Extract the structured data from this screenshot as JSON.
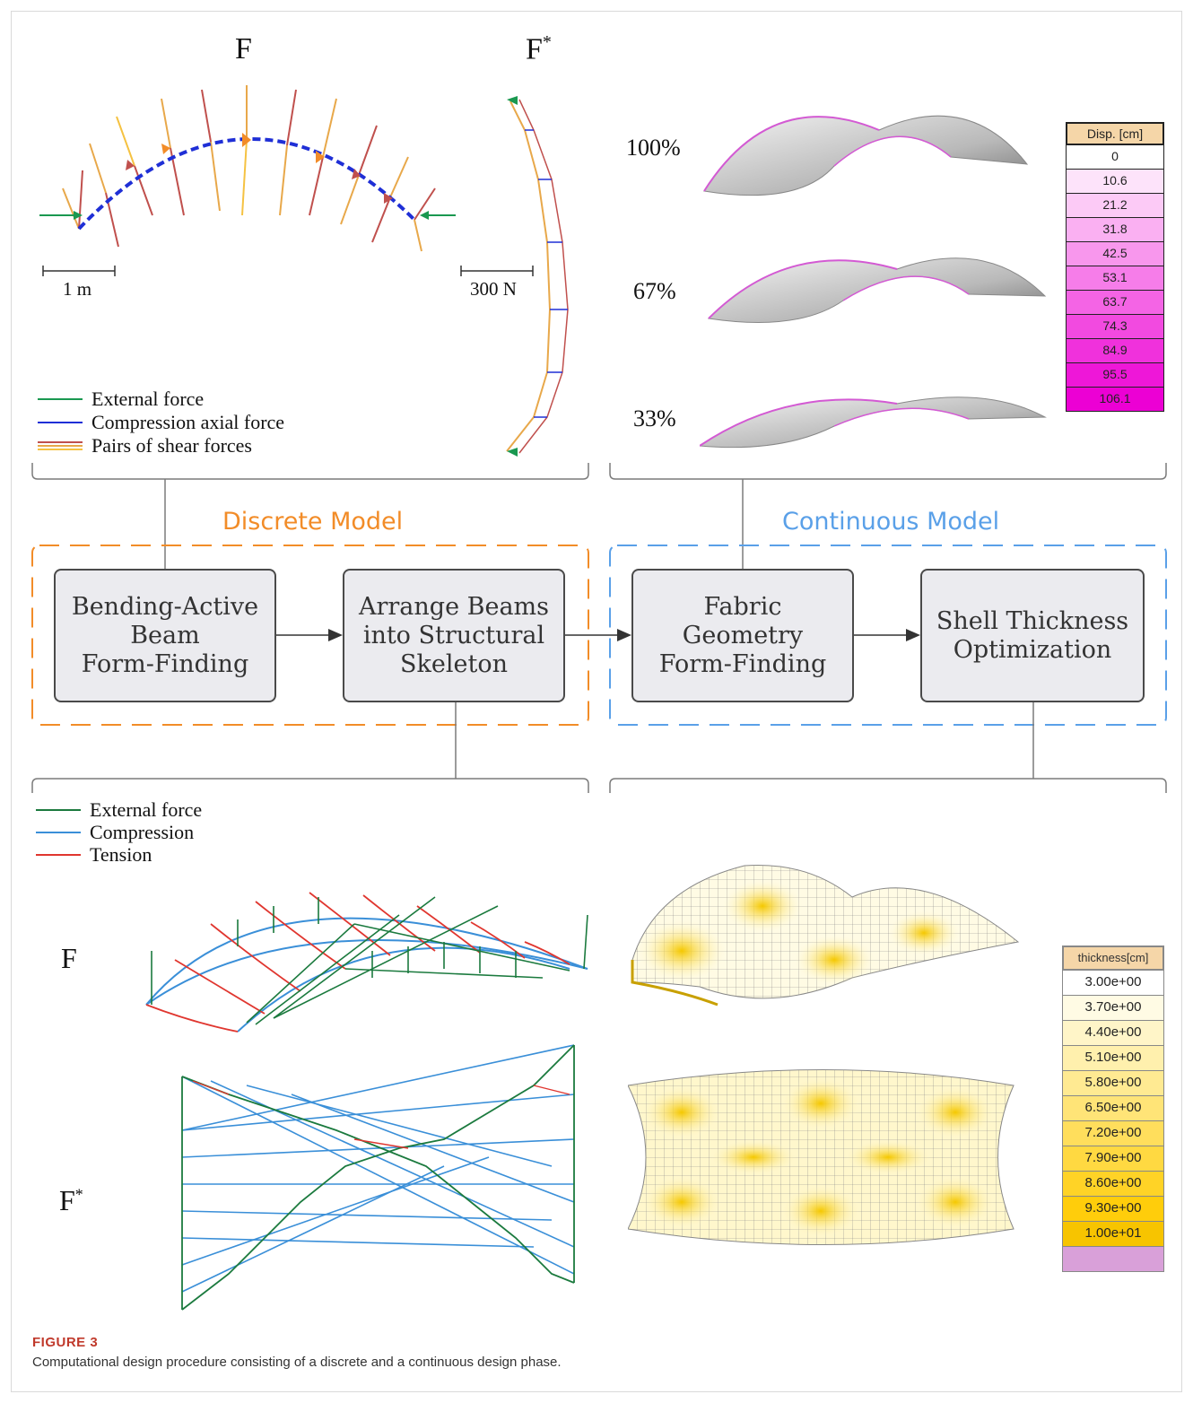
{
  "top_left": {
    "title_f": "F",
    "title_fstar": "F",
    "star": "*",
    "scale_length": "1 m",
    "scale_force": "300 N",
    "legend": [
      {
        "label": "External force",
        "colors": [
          "#1a9850"
        ]
      },
      {
        "label": "Compression axial force",
        "colors": [
          "#1f2fd6"
        ]
      },
      {
        "label": "Pairs of shear forces",
        "colors": [
          "#c0504d",
          "#e8a84a",
          "#f5c242"
        ]
      }
    ]
  },
  "top_right": {
    "percents": [
      "100%",
      "67%",
      "33%"
    ],
    "colorbar": {
      "header": "Disp. [cm]",
      "header_color": "#f5d6a8",
      "values": [
        "0",
        "10.6",
        "21.2",
        "31.8",
        "42.5",
        "53.1",
        "63.7",
        "74.3",
        "84.9",
        "95.5",
        "106.1"
      ],
      "colors": [
        "#ffffff",
        "#fde3fa",
        "#fccaf6",
        "#fab0f2",
        "#f897ed",
        "#f67de9",
        "#f464e5",
        "#f24ae0",
        "#f031dc",
        "#ee17d8",
        "#ec00d4"
      ]
    }
  },
  "flow": {
    "discrete_label": "Discrete Model",
    "continuous_label": "Continuous Model",
    "boxes": [
      {
        "lines": [
          "Bending-Active",
          "Beam",
          "Form-Finding"
        ]
      },
      {
        "lines": [
          "Arrange Beams",
          "into Structural",
          "Skeleton"
        ]
      },
      {
        "lines": [
          "Fabric",
          "Geometry",
          "Form-Finding"
        ]
      },
      {
        "lines": [
          "Shell Thickness",
          "Optimization"
        ]
      }
    ]
  },
  "bottom_left": {
    "legend": [
      {
        "label": "External force",
        "color": "#1b7a3e"
      },
      {
        "label": "Compression",
        "color": "#3a8fd8"
      },
      {
        "label": "Tension",
        "color": "#e0362f"
      }
    ],
    "label_f": "F",
    "label_fstar": "F",
    "star": "*"
  },
  "bottom_right": {
    "colorbar": {
      "header": "thickness[cm]",
      "header_color": "#f5d6a8",
      "values": [
        "3.00e+00",
        "3.70e+00",
        "4.40e+00",
        "5.10e+00",
        "5.80e+00",
        "6.50e+00",
        "7.20e+00",
        "7.90e+00",
        "8.60e+00",
        "9.30e+00",
        "1.00e+01",
        ""
      ],
      "colors": [
        "#ffffff",
        "#fffbe4",
        "#fff5c8",
        "#fff0ad",
        "#ffea92",
        "#ffe477",
        "#ffde5c",
        "#ffd941",
        "#ffd326",
        "#ffcd0b",
        "#f7c400",
        "#d9a0d9"
      ]
    }
  },
  "caption": {
    "heading": "FIGURE 3",
    "text": "Computational design procedure consisting of a discrete and a continuous design phase."
  }
}
